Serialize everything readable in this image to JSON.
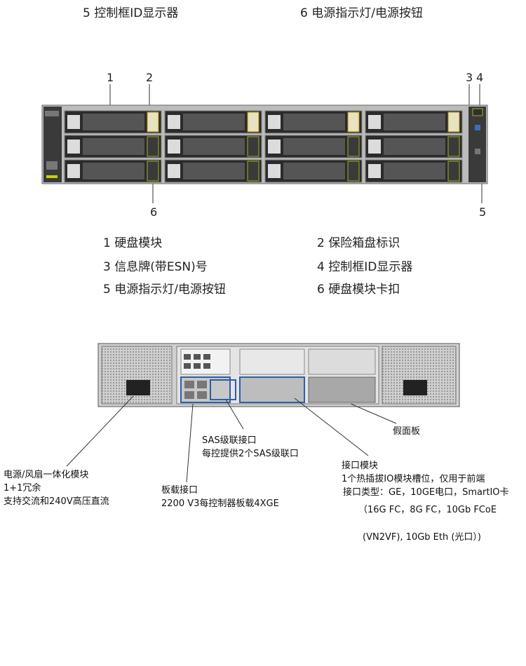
{
  "front": {
    "top_labels": [
      "5 控制框ID显示器",
      "6 电源指示灯/电源按钮"
    ],
    "callouts": {
      "n1": "1",
      "n2": "2",
      "n3": "3",
      "n4": "4",
      "n5": "5",
      "n6": "6"
    },
    "legend": [
      "1 硬盘模块",
      "2 保险箱盘标识",
      "3 信息牌(带ESN)号",
      "4 控制框ID显示器",
      "5 电源指示灯/电源按钮",
      "6 硬盘模块卡扣"
    ]
  },
  "rear": {
    "psu_label": {
      "line1": "电源/风扇一体化模块",
      "line2": "1+1冗余",
      "line3": "支持交流和240V高压直流"
    },
    "onboard_label": {
      "line1": "板载接口",
      "line2": "2200 V3每控制器板载4XGE"
    },
    "sas_label": {
      "line1": "SAS级联接口",
      "line2": "每控提供2个SAS级联口"
    },
    "io_label": {
      "line1": "接口模块",
      "line2": "1个热插拔IO模块槽位，仅用于前端",
      "line3": "接口类型：GE，10GE电口，SmartIO卡",
      "line4": "（16G FC，8G FC，10Gb FCoE",
      "line5": "(VN2VF), 10Gb Eth (光口）)"
    },
    "dummy_label": "假面板"
  }
}
